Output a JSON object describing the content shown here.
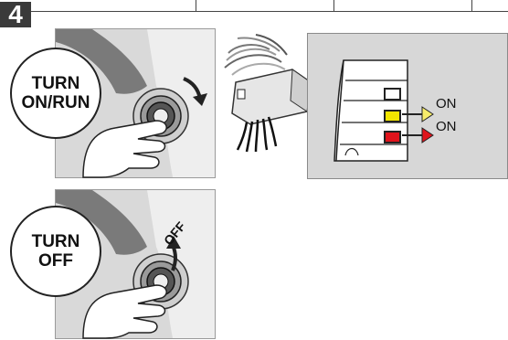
{
  "step": {
    "number": "4"
  },
  "turn_on": {
    "line1": "TURN",
    "line2": "ON/RUN"
  },
  "turn_off": {
    "line1": "TURN",
    "line2": "OFF",
    "key_label": "OFF"
  },
  "module": {
    "status1": "ON",
    "status2": "ON"
  },
  "colors": {
    "led_white": "#ffffff",
    "led_yellow": "#f3e600",
    "led_red": "#e0141c",
    "panel_gray": "#d7d7d7",
    "step_badge": "#3a3a3a"
  }
}
